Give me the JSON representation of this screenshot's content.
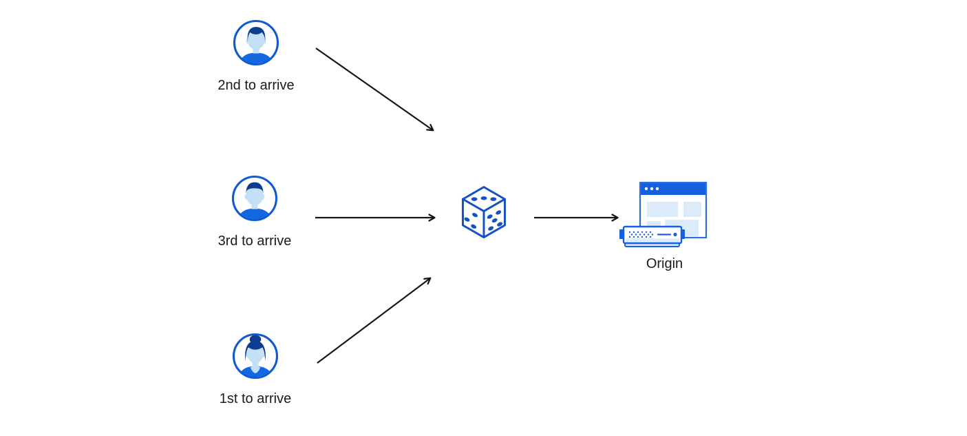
{
  "diagram": {
    "title": "random-steering-to-origin-diagram",
    "nodes": {
      "user_second": {
        "label": "2nd to arrive",
        "icon": "user-avatar-male-swoop-icon"
      },
      "user_third": {
        "label": "3rd to arrive",
        "icon": "user-avatar-male-icon"
      },
      "user_first": {
        "label": "1st to arrive",
        "icon": "user-avatar-female-icon"
      },
      "dice": {
        "icon": "dice-icon"
      },
      "origin": {
        "label": "Origin",
        "icon": "origin-server-icon"
      }
    },
    "edges": [
      {
        "from": "user_second",
        "to": "dice"
      },
      {
        "from": "user_third",
        "to": "dice"
      },
      {
        "from": "user_first",
        "to": "dice"
      },
      {
        "from": "dice",
        "to": "origin"
      }
    ],
    "colors": {
      "icon_blue": "#0f5ad2",
      "icon_dark_blue": "#0e3c8f",
      "shirt_blue": "#1467e0",
      "face_light_blue": "#c3e0f6",
      "panel_light_blue": "#dcebfa",
      "titlebar_blue": "#1560df",
      "dice_blue": "#1450c8",
      "arrow_color": "#151515",
      "label_color": "#17191c",
      "background": "#ffffff"
    }
  }
}
